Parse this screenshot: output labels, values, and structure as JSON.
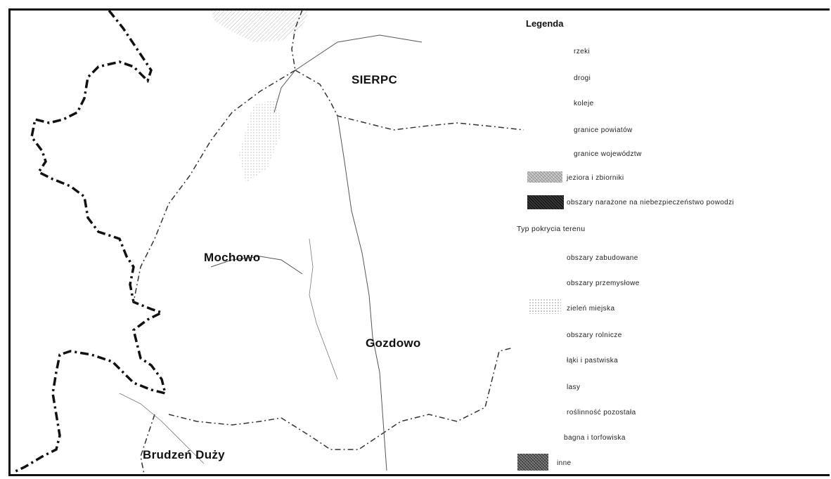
{
  "places": {
    "sierpc": "SIERPC",
    "mochowo": "Mochowo",
    "gozdowo": "Gozdowo",
    "brudzen": "Brudzeń Duży"
  },
  "legend": {
    "title": "Legenda",
    "items": {
      "rzeki": "rzeki",
      "drogi": "drogi",
      "koleje": "koleje",
      "granice_powiatow": "granice powiatów",
      "granice_wojewodztw": "granice województw",
      "jeziora": "jeziora i zbiorniki",
      "obszary_powodz": "obszary narażone na niebezpieczeństwo powodzi"
    },
    "land_cover_title": "Typ pokrycia terenu",
    "land_cover": {
      "zabudowane": "obszary zabudowane",
      "przemyslowe": "obszary przemysłowe",
      "zielen": "zieleń miejska",
      "rolnicze": "obszary rolnicze",
      "laki": "łąki i pastwiska",
      "lasy": "lasy",
      "roslinnosc": "roślinność pozostała",
      "bagna": "bagna i torfowiska",
      "inne": "inne"
    }
  },
  "colors": {
    "border": "#111111",
    "lake": "#cfcfcf",
    "flood": "#1a1a1a"
  }
}
